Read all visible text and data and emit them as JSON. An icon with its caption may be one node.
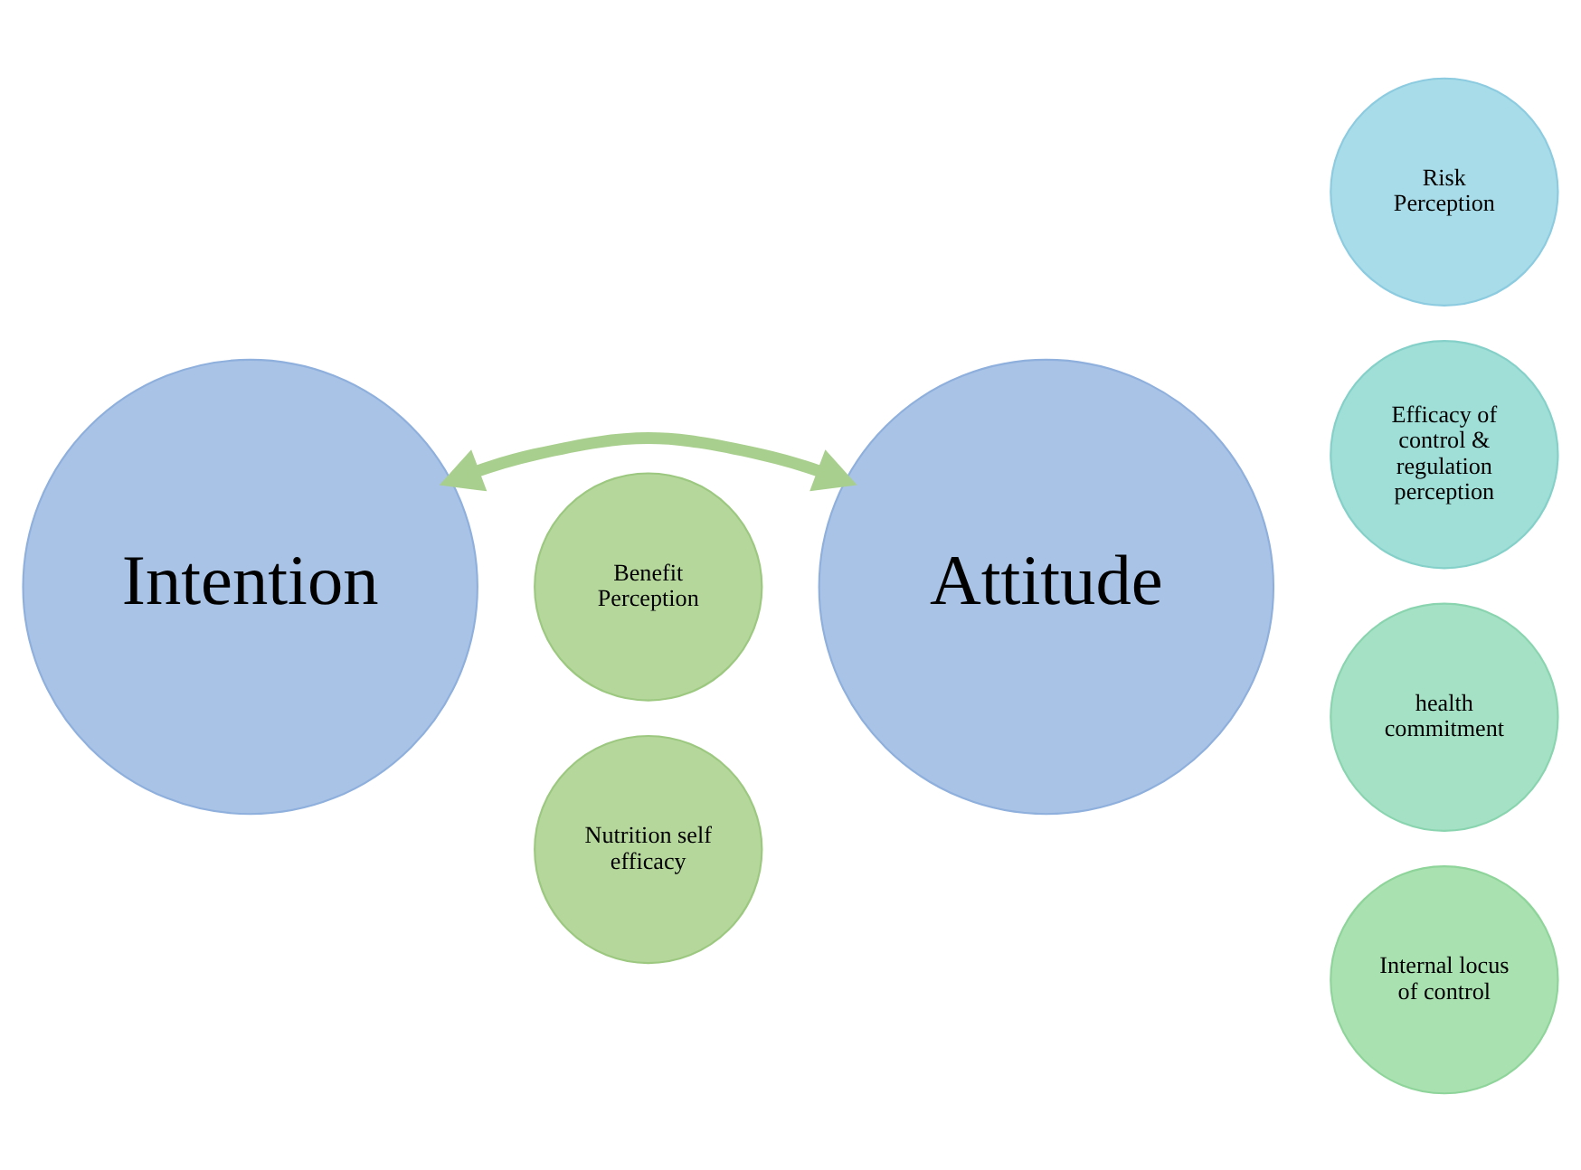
{
  "diagram": {
    "nodes": [
      {
        "text": [
          "Intention"
        ]
      },
      {
        "text": [
          "Attitude"
        ]
      },
      {
        "text": [
          "Risk Perception"
        ]
      },
      {
        "text": [
          "Efficacy of control & regulation perception"
        ]
      },
      {
        "text": [
          "health commitment"
        ]
      },
      {
        "text": [
          "Internal locus of control"
        ]
      },
      {
        "text": [
          "Benefit Perception"
        ]
      },
      {
        "text": [
          "Nutrition self efficacy"
        ]
      }
    ],
    "edges": [
      {
        "from": 0,
        "to": 1,
        "arrow": "both"
      }
    ]
  }
}
